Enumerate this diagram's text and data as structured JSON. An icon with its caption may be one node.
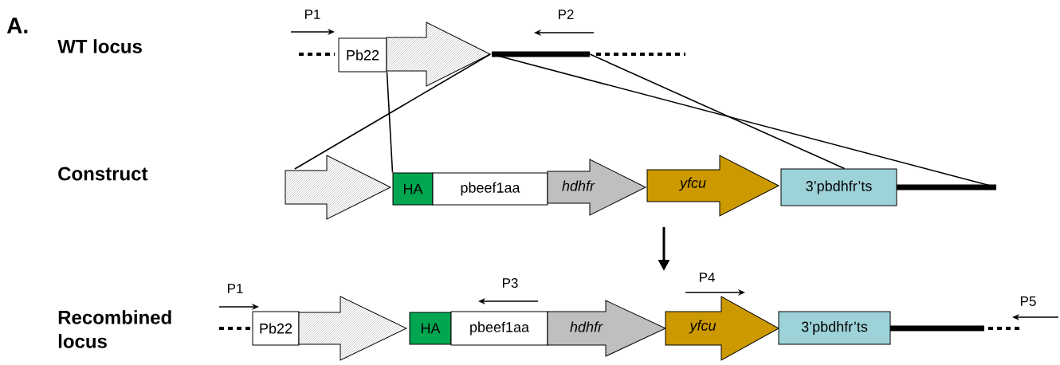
{
  "diagram": {
    "nodes": [
      {
        "text": [
          "Pb22"
        ]
      },
      {
        "text": [],
        "shape": "arrow"
      },
      {
        "text": [],
        "shape": "bar"
      },
      {
        "text": [],
        "shape": "arrow"
      },
      {
        "text": [
          "HA"
        ]
      },
      {
        "text": [
          "pbeef1aa"
        ]
      },
      {
        "text": [
          "hdhfr"
        ]
      },
      {
        "text": [
          "yfcu"
        ]
      },
      {
        "text": [
          "3’pbdhfr’ts"
        ]
      },
      {
        "text": [],
        "shape": "bar"
      },
      {
        "text": [
          "Pb22"
        ]
      },
      {
        "text": [],
        "shape": "arrow"
      },
      {
        "text": [
          "HA"
        ]
      },
      {
        "text": [
          "pbeef1aa"
        ]
      },
      {
        "text": [
          "hdhfr"
        ]
      },
      {
        "text": [
          "yfcu"
        ]
      },
      {
        "text": [
          "3’pbdhfr’ts"
        ]
      },
      {
        "text": [],
        "shape": "bar"
      }
    ],
    "edges": [
      {
        "from": 1,
        "to": 3,
        "arrow": "none"
      },
      {
        "from": 0,
        "to": 4,
        "arrow": "none"
      },
      {
        "from": 2,
        "to": 9,
        "arrow": "none"
      },
      {
        "from": 2,
        "to": 8,
        "arrow": "none"
      }
    ],
    "labels": [
      "A.",
      "P1",
      "P2",
      "WT locus",
      "Construct",
      "P1",
      "P3",
      "P4",
      "P5",
      "Recombined locus"
    ]
  }
}
